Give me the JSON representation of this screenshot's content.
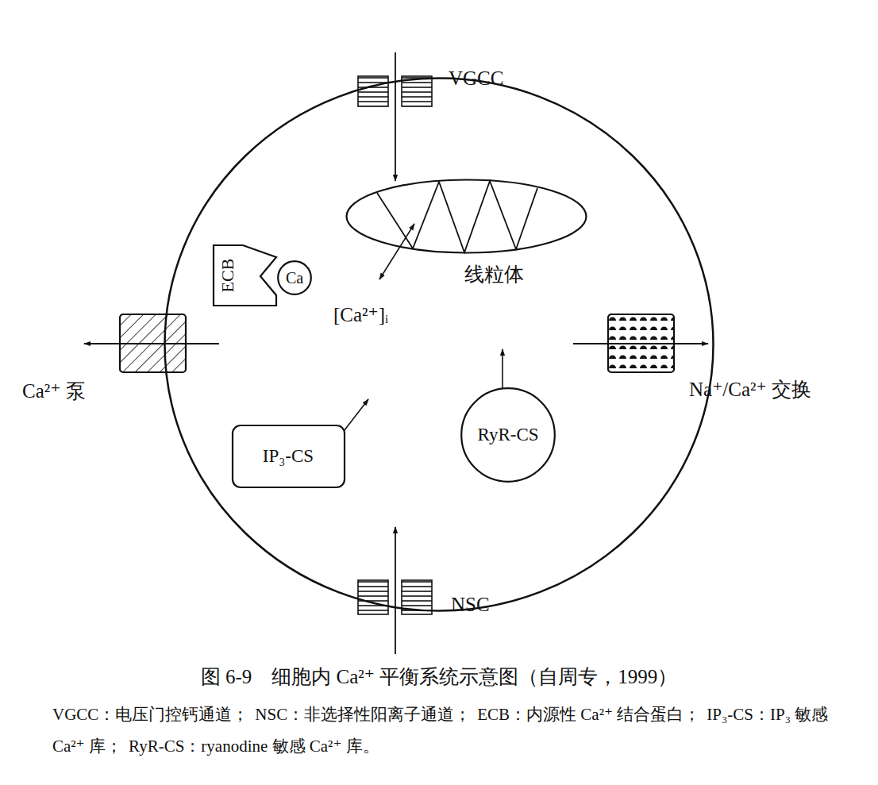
{
  "diagram": {
    "caption": "图 6-9　细胞内 Ca²⁺ 平衡系统示意图（自周专，1999）",
    "nodes": [
      {
        "text": [
          "[Ca²⁺]ᵢ"
        ]
      },
      {
        "text": [
          "VGCC"
        ]
      },
      {
        "text": [
          "线粒体"
        ],
        "in": 0
      },
      {
        "text": [
          "ECB"
        ],
        "in": 0
      },
      {
        "text": [
          "Ca"
        ],
        "in": 3
      },
      {
        "text": [
          "Ca²⁺ 泵"
        ]
      },
      {
        "text": [
          "Na⁺/Ca²⁺ 交换"
        ]
      },
      {
        "text": [
          "IP₃-CS"
        ],
        "in": 0
      },
      {
        "text": [
          "RyR-CS"
        ],
        "in": 0
      },
      {
        "text": [
          "NSC"
        ]
      }
    ],
    "labels": [
      "VGCC：电压门控钙通道；",
      "NSC：非选择性阳离子通道；",
      "ECB：内源性 Ca²⁺ 结合蛋白；",
      "IP₃-CS：IP₃ 敏感 Ca²⁺ 库；",
      "RyR-CS：ryanodine 敏感 Ca²⁺ 库。"
    ]
  }
}
